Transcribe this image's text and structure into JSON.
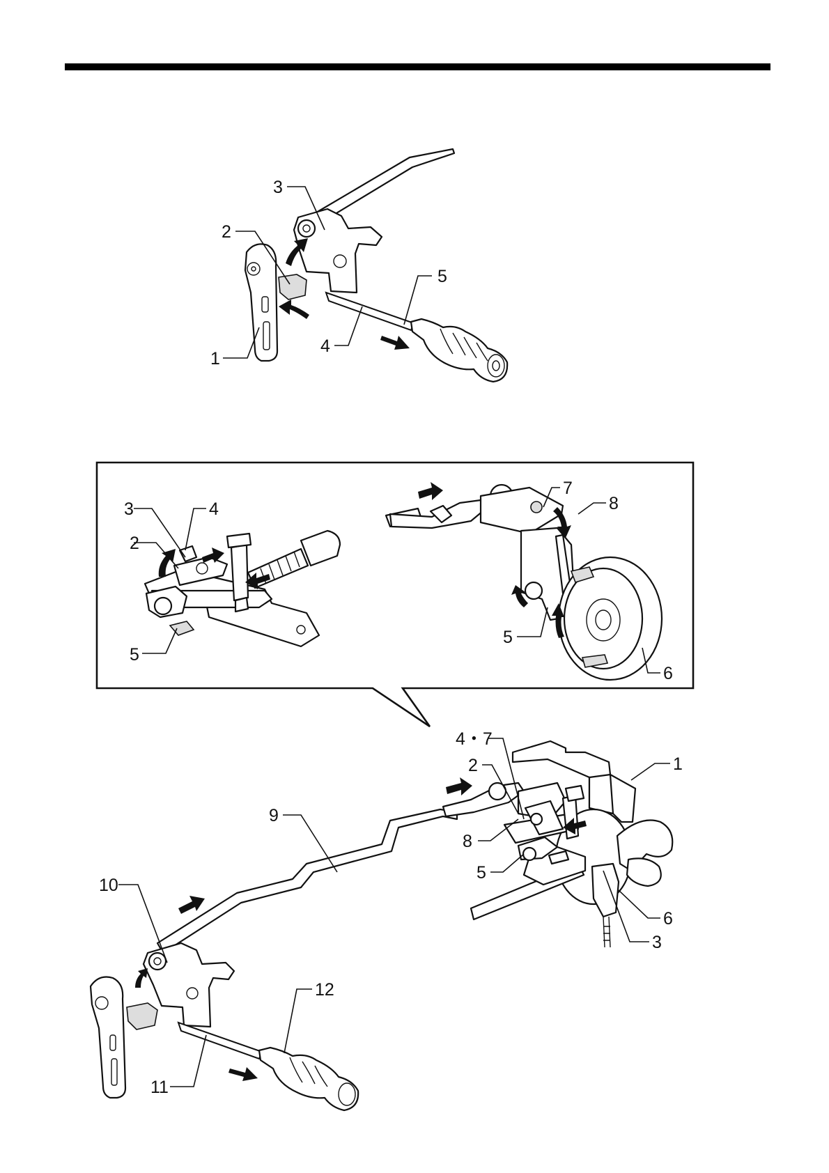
{
  "diagram_top": {
    "labels": {
      "l1": "1",
      "l2": "2",
      "l3": "3",
      "l4": "4",
      "l5": "5"
    }
  },
  "diagram_bottom": {
    "inset": {
      "labels": {
        "l2": "2",
        "l3": "3",
        "l4": "4",
        "l5a": "5",
        "l7": "7",
        "l8": "8",
        "l5b": "5",
        "l6": "6"
      }
    },
    "labels": {
      "l47": "4・7",
      "l2": "2",
      "l1": "1",
      "l9": "9",
      "l8": "8",
      "l5": "5",
      "l10": "10",
      "l6": "6",
      "l3": "3",
      "l12": "12",
      "l11": "11"
    }
  }
}
